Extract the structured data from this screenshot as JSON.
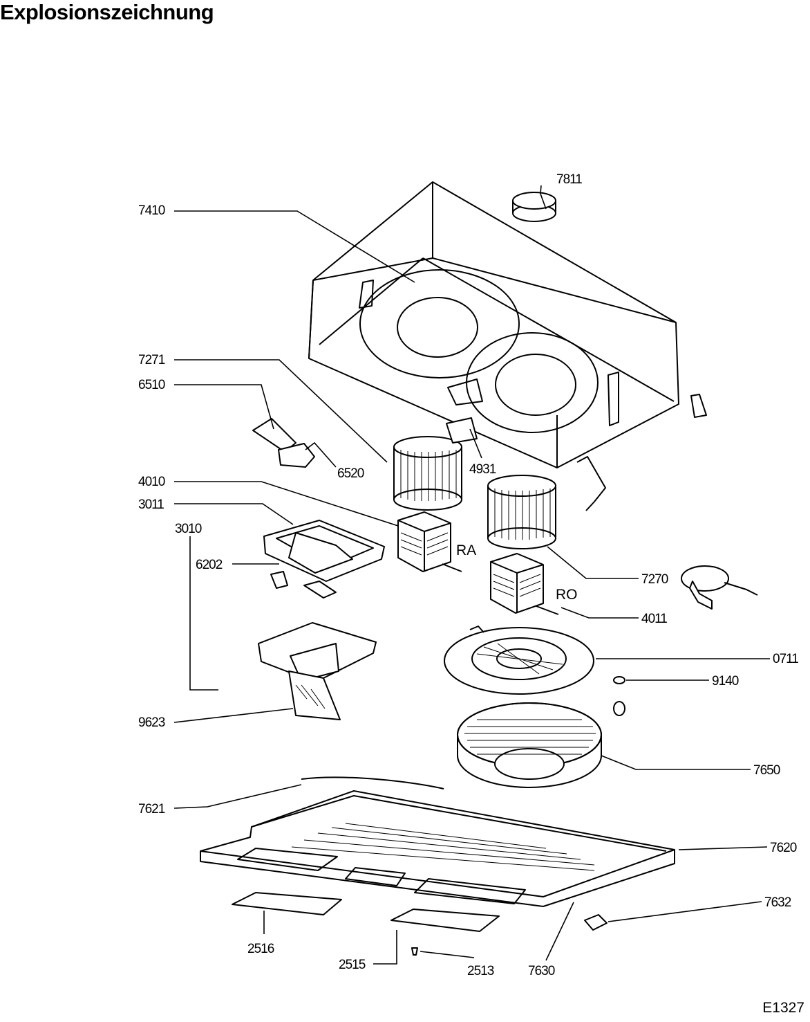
{
  "title": "Explosionszeichnung",
  "drawing_code": "E1327",
  "parts": [
    {
      "key": "p7811",
      "number": "7811"
    },
    {
      "key": "p7410",
      "number": "7410"
    },
    {
      "key": "p7271",
      "number": "7271"
    },
    {
      "key": "p6510",
      "number": "6510"
    },
    {
      "key": "p6520",
      "number": "6520"
    },
    {
      "key": "p4931",
      "number": "4931"
    },
    {
      "key": "p4010",
      "number": "4010"
    },
    {
      "key": "p3011",
      "number": "3011"
    },
    {
      "key": "p3010",
      "number": "3010"
    },
    {
      "key": "p6202",
      "number": "6202"
    },
    {
      "key": "p7270",
      "number": "7270"
    },
    {
      "key": "p4011",
      "number": "4011"
    },
    {
      "key": "p0711",
      "number": "0711"
    },
    {
      "key": "p9140",
      "number": "9140"
    },
    {
      "key": "p9623",
      "number": "9623"
    },
    {
      "key": "p7650",
      "number": "7650"
    },
    {
      "key": "p7621",
      "number": "7621"
    },
    {
      "key": "p7620",
      "number": "7620"
    },
    {
      "key": "p7632",
      "number": "7632"
    },
    {
      "key": "p2516",
      "number": "2516"
    },
    {
      "key": "p2515",
      "number": "2515"
    },
    {
      "key": "p2513",
      "number": "2513"
    },
    {
      "key": "p7630",
      "number": "7630"
    }
  ],
  "motor_labels": {
    "left": "RA",
    "right": "RO"
  }
}
